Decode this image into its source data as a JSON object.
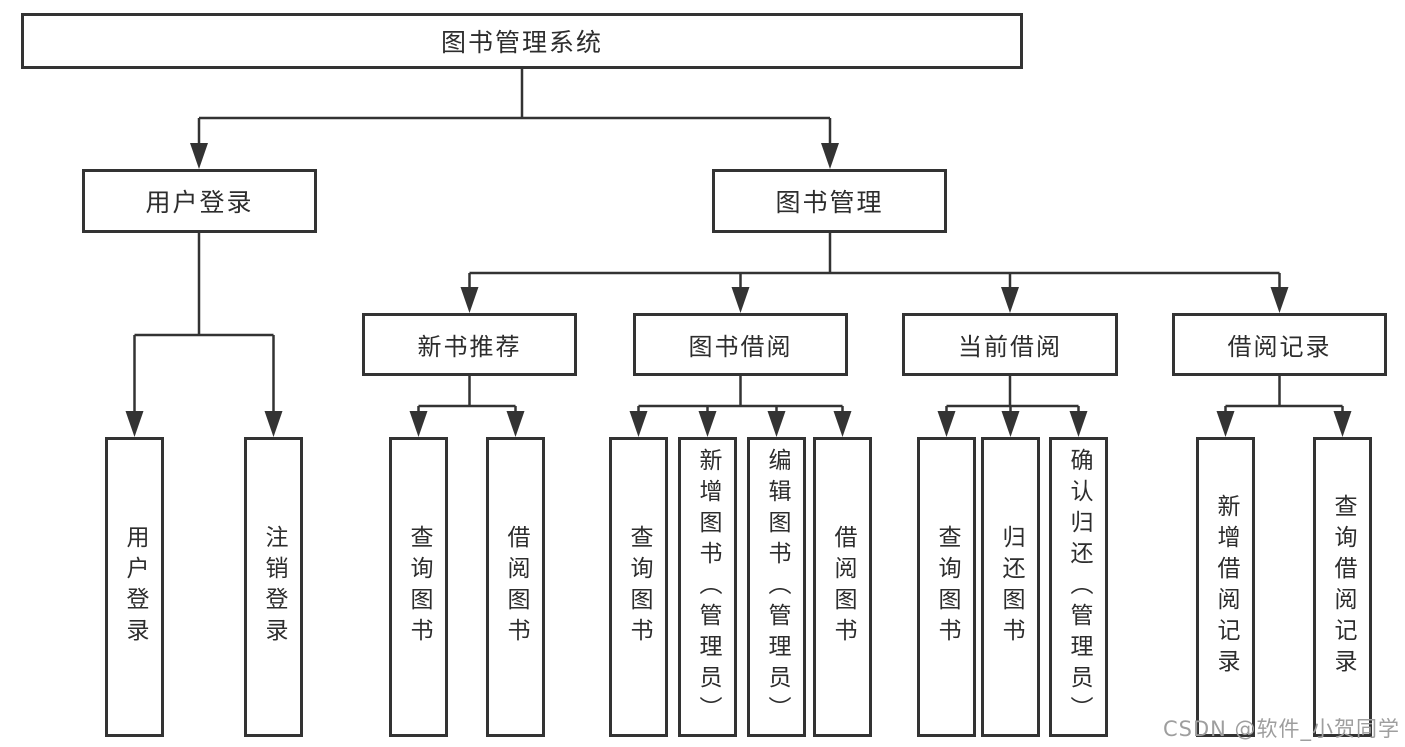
{
  "diagram_type": "hierarchy-tree",
  "colors": {
    "background": "#ffffff",
    "box_border": "#333333",
    "connector_line": "#333333",
    "node_text": "#2d2d2d",
    "watermark_text": "#9e9e9e"
  },
  "tree": {
    "root": {
      "label": "图书管理系统",
      "children": [
        {
          "label": "用户登录",
          "children": [
            {
              "label": "用户登录"
            },
            {
              "label": "注销登录"
            }
          ]
        },
        {
          "label": "图书管理",
          "children": [
            {
              "label": "新书推荐",
              "children": [
                {
                  "label": "查询图书"
                },
                {
                  "label": "借阅图书"
                }
              ]
            },
            {
              "label": "图书借阅",
              "children": [
                {
                  "label": "查询图书"
                },
                {
                  "label": "新增图书（管理员）"
                },
                {
                  "label": "编辑图书（管理员）"
                },
                {
                  "label": "借阅图书"
                }
              ]
            },
            {
              "label": "当前借阅",
              "children": [
                {
                  "label": "查询图书"
                },
                {
                  "label": "归还图书"
                },
                {
                  "label": "确认归还（管理员）"
                }
              ]
            },
            {
              "label": "借阅记录",
              "children": [
                {
                  "label": "新增借阅记录"
                },
                {
                  "label": "查询借阅记录"
                }
              ]
            }
          ]
        }
      ]
    }
  },
  "watermark": {
    "text": "CSDN @软件_小贺同学"
  }
}
